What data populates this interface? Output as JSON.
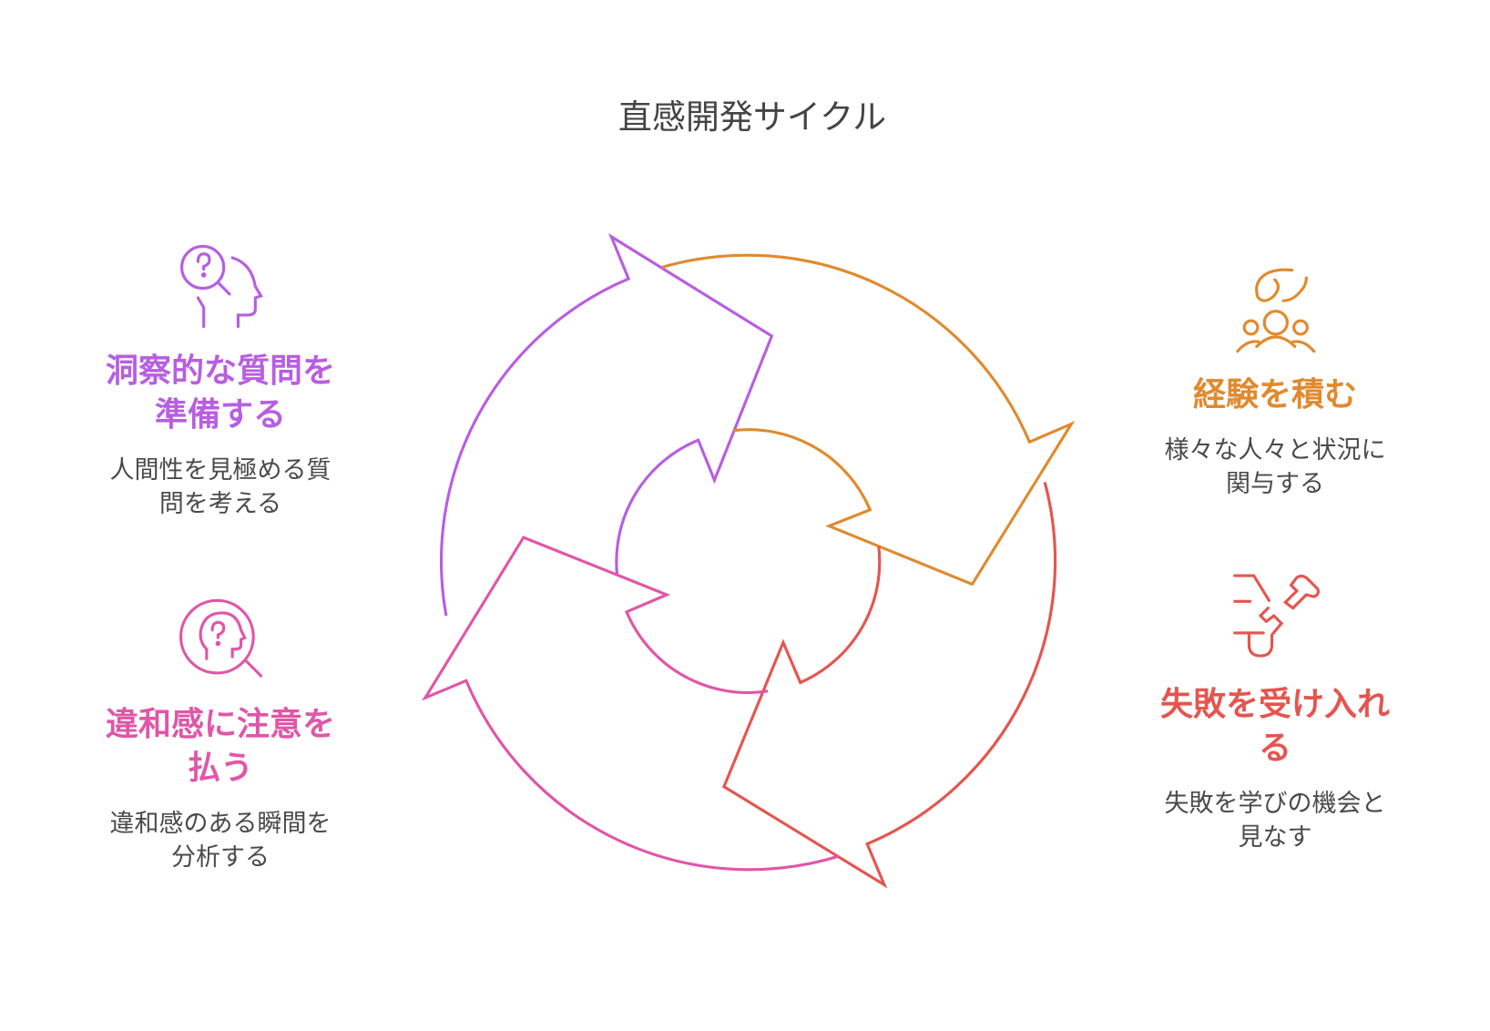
{
  "title": "直感開発サイクル",
  "colors": {
    "purple": "#b85ee2",
    "orange": "#e08a2e",
    "red": "#e5554f",
    "pink": "#e056a8",
    "text": "#4a4a4a"
  },
  "steps": [
    {
      "id": "prepare",
      "icon": "head-question-magnifier-icon",
      "heading_lines": [
        "洞察的な質問を",
        "準備する"
      ],
      "desc_lines": [
        "人間性を見極める質",
        "問を考える"
      ]
    },
    {
      "id": "experience",
      "icon": "people-group-icon",
      "heading_lines": [
        "経験を積む"
      ],
      "desc_lines": [
        "様々な人々と状況に",
        "関与する"
      ]
    },
    {
      "id": "failure",
      "icon": "fallen-cup-icon",
      "heading_lines": [
        "失敗を受け入れ",
        "る"
      ],
      "desc_lines": [
        "失敗を学びの機会と",
        "見なす"
      ]
    },
    {
      "id": "attention",
      "icon": "magnifier-head-icon",
      "heading_lines": [
        "違和感に注意を",
        "払う"
      ],
      "desc_lines": [
        "違和感のある瞬間を",
        "分析する"
      ]
    }
  ]
}
